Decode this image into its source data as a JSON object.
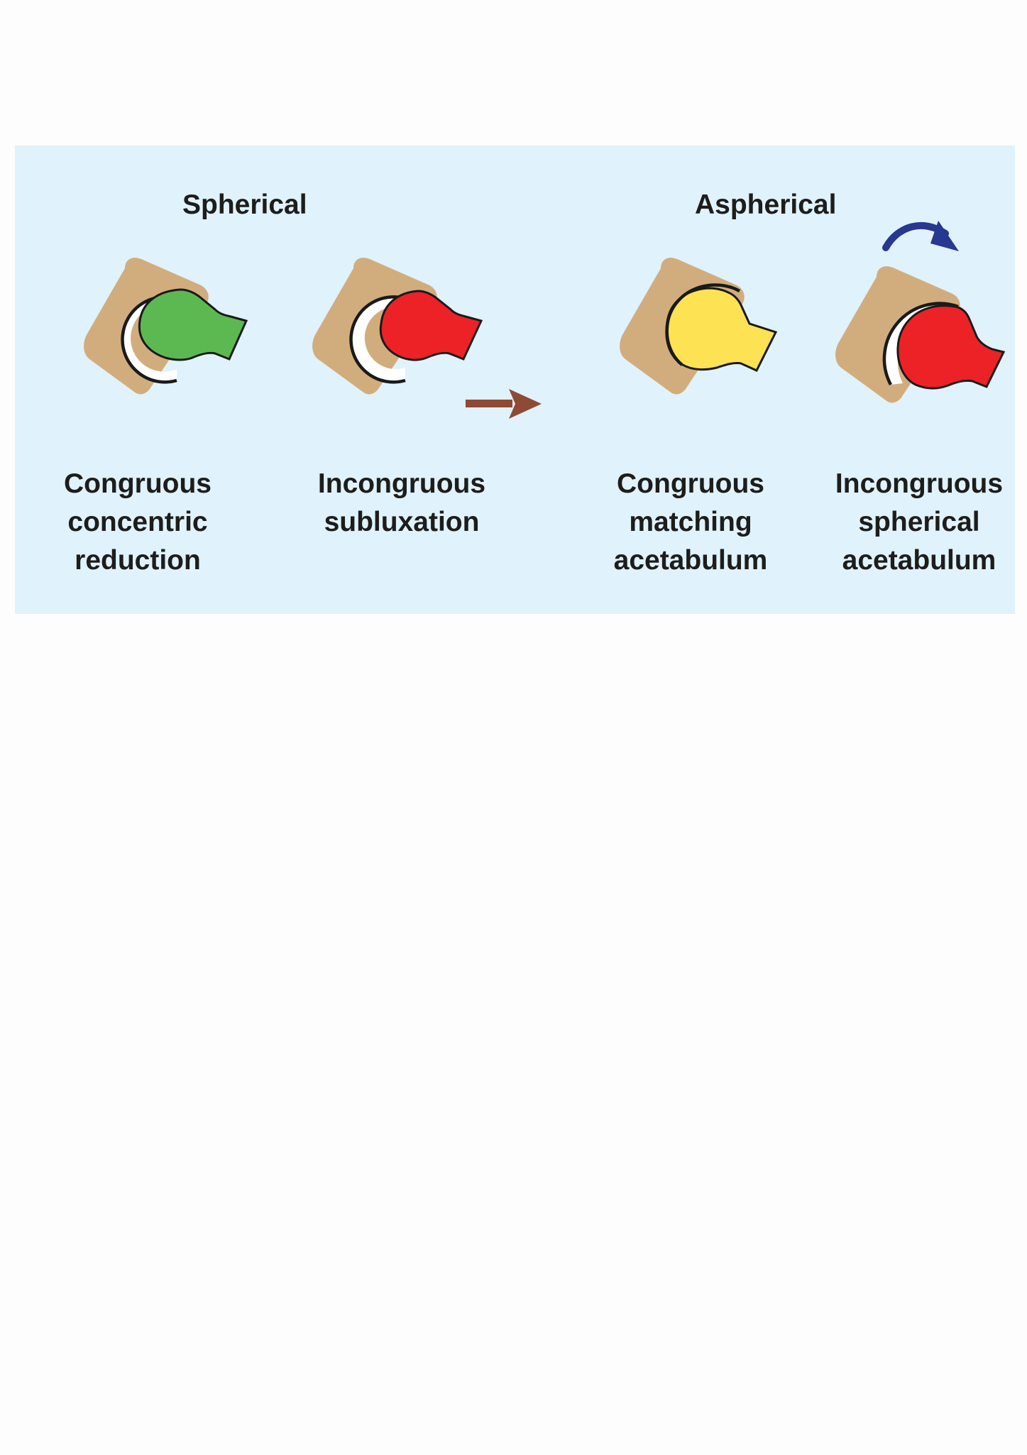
{
  "headings": {
    "spherical": "Spherical",
    "aspherical": "Aspherical"
  },
  "captions": [
    {
      "line1": "Congruous",
      "line2": "concentric",
      "line3": "reduction"
    },
    {
      "line1": "Incongruous",
      "line2": "subluxation",
      "line3": ""
    },
    {
      "line1": "Congruous",
      "line2": "matching",
      "line3": "acetabulum"
    },
    {
      "line1": "Incongruous",
      "line2": "spherical",
      "line3": "acetabulum"
    }
  ],
  "colors": {
    "background": "#e0f2fb",
    "acetabulum": "#d1ad7e",
    "congruous_spherical_head": "#5cb951",
    "incongruous_head": "#ec2227",
    "congruous_aspherical_head": "#fde254",
    "subluxation_arrow": "#8e4a34",
    "rotation_arrow": "#273891",
    "outline": "#1a1a1a"
  },
  "icons": [
    "right-arrow-icon",
    "curved-rotation-arrow-icon"
  ]
}
